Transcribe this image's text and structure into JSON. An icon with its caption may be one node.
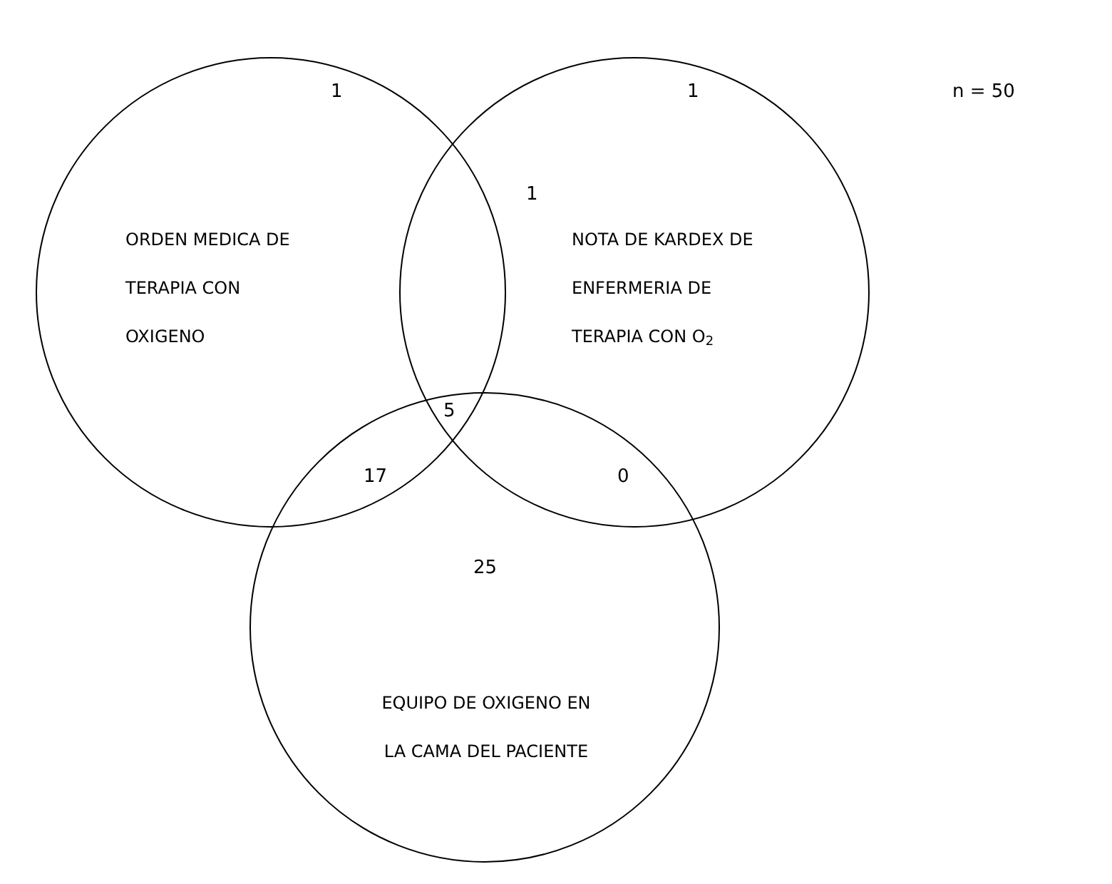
{
  "diagram": {
    "nodes": [
      {
        "text": [
          "ORDEN MEDICA DE TERAPIA CON OXIGENO"
        ]
      },
      {
        "text": [
          "NOTA DE KARDEX DE ENFERMERIA DE TERAPIA CON O$_{2}$"
        ]
      },
      {
        "text": [
          "EQUIPO DE OXIGENO EN LA CAMA DEL PACIENTE"
        ]
      }
    ],
    "edges": [],
    "labels": [
      "1",
      "1",
      "n = 50",
      "1",
      "5",
      "17",
      "0",
      "25"
    ]
  }
}
